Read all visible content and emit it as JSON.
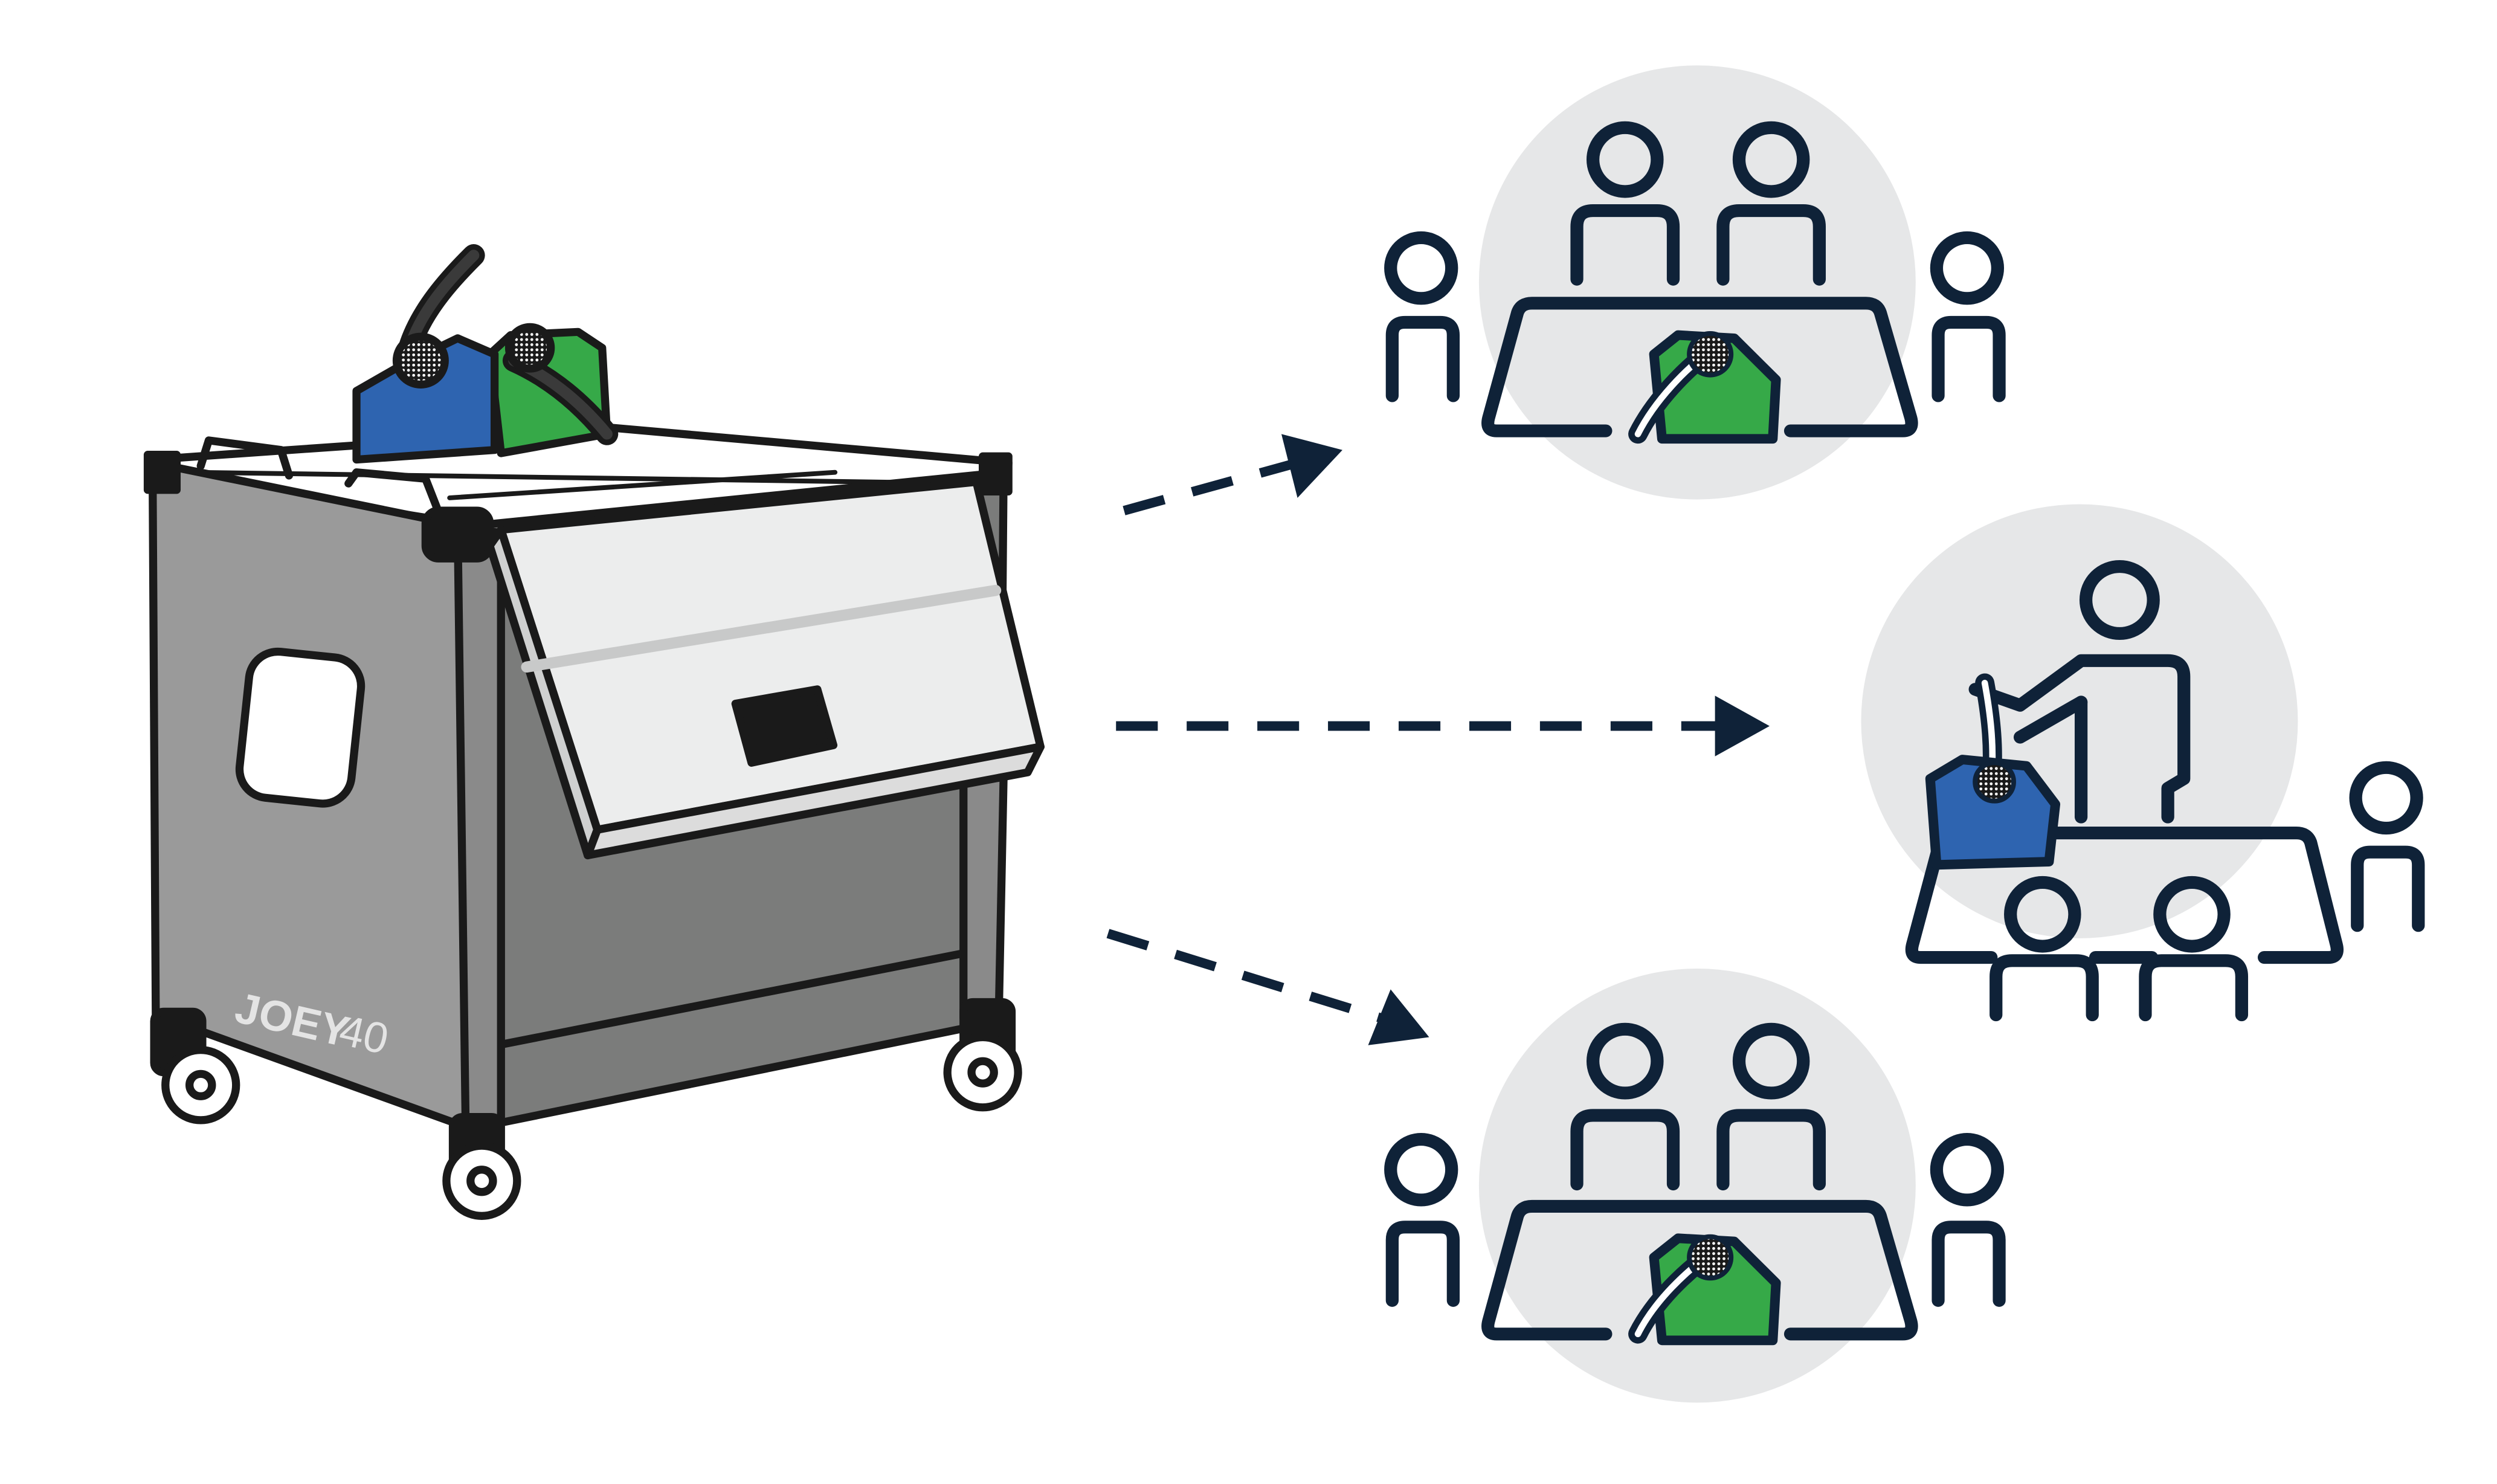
{
  "cart": {
    "brand_label": "JOEY",
    "model_label": "40"
  },
  "colors": {
    "outline": "#1a1a1a",
    "navy": "#0f2238",
    "cart_gray": "#9a9a9a",
    "cart_dark_gray": "#7b7c7b",
    "lid_light": "#eceded",
    "circle_bg": "#e6e7e8",
    "bag_blue": "#2e64b0",
    "bag_green": "#36a948",
    "handle_dark": "#3a3a3a"
  },
  "icons": {
    "cart": "charging-cart-icon",
    "bag": "device-bag-icon",
    "classroom": "classroom-group-icon",
    "arrow": "dashed-arrow-icon"
  },
  "scenes": [
    {
      "id": "group-table-top",
      "bag_color": "green"
    },
    {
      "id": "teacher-led-group",
      "bag_color": "blue"
    },
    {
      "id": "group-table-bottom",
      "bag_color": "green"
    }
  ]
}
